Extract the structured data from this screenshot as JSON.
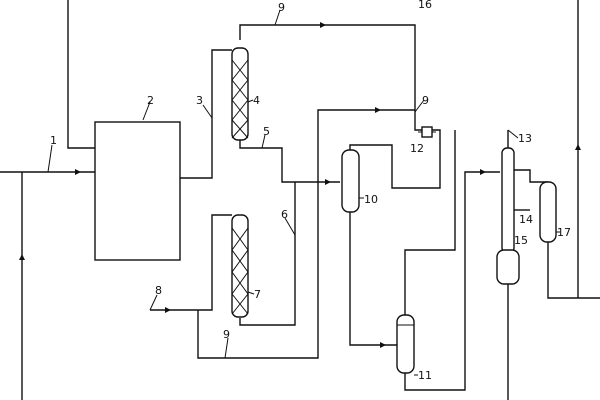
{
  "labels": {
    "l1": "1",
    "l2": "2",
    "l3": "3",
    "l4": "4",
    "l5": "5",
    "l6": "6",
    "l7": "7",
    "l8": "8",
    "l9a": "9",
    "l9b": "9",
    "l9c": "9",
    "l10": "10",
    "l11": "11",
    "l12": "12",
    "l13": "13",
    "l14": "14",
    "l15": "15",
    "l16": "16",
    "l17": "17"
  }
}
